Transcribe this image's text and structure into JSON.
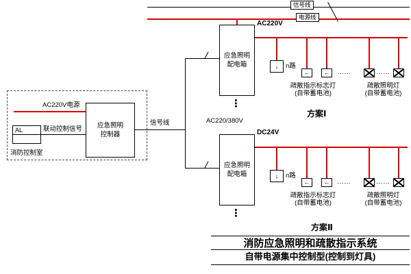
{
  "colors": {
    "power_line": "#d90000",
    "signal_line": "#000000"
  },
  "legend": {
    "signal_label": "信号线",
    "power_label": "电源线"
  },
  "control_room": {
    "room_label": "消防控制室",
    "al_label": "AL",
    "ac_power_label": "AC220V电源",
    "linkage_label": "联动控制信号",
    "controller_line1": "应急照明",
    "controller_line2": "控制器",
    "signal_out_label": "信号线"
  },
  "feeders": {
    "box_line1": "应急照明",
    "box_line2": "配电箱",
    "box1_voltage": "AC220V",
    "box2_voltage": "DC24V",
    "between_label": "AC220/380V",
    "vertical_ellipsis": "⋮"
  },
  "icons": {
    "down_arrow": "↓",
    "left_arrow": "←"
  },
  "schemes": [
    {
      "name": "方案Ⅰ",
      "n_circuits": "n路",
      "indicator_line1": "疏散指示标志灯",
      "indicator_line2": "(自带蓄电池)",
      "lamp_line1": "疏散照明灯",
      "lamp_line2": "(自带蓄电池)",
      "ellipsis": "……"
    },
    {
      "name": "方案Ⅱ",
      "n_circuits": "n路",
      "indicator_line1": "疏散指示标志灯",
      "indicator_line2": "(自带蓄电池)",
      "lamp_line1": "疏散照明灯",
      "lamp_line2": "(自带蓄电池)",
      "ellipsis": "……"
    }
  ],
  "title_block": {
    "title": "消防应急照明和疏散指示系统",
    "subtitle": "自带电源集中控制型(控制到灯具)"
  }
}
